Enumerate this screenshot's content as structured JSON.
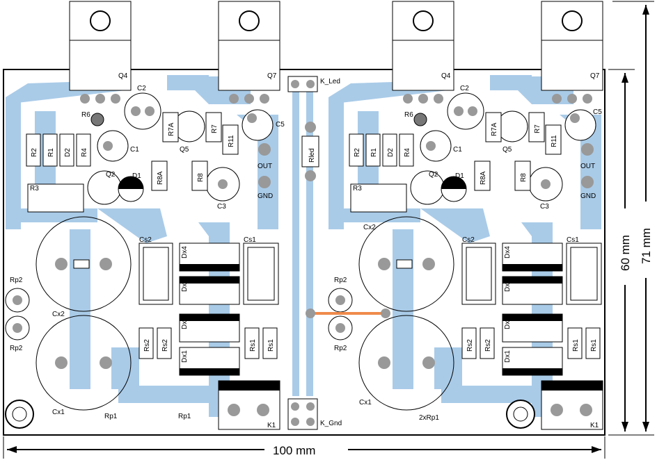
{
  "board": {
    "outline_color": "#000000",
    "trace_color": "#a9cbe8",
    "pad_color": "#999999",
    "jumper_color": "#f08a4b",
    "left_channel": {
      "q4": "Q4",
      "q7": "Q7",
      "c2": "C2",
      "r6": "R6",
      "r7a": "R7A",
      "r7": "R7",
      "c5": "C5",
      "r2": "R2",
      "r1": "R1",
      "d2": "D2",
      "r4": "R4",
      "c1": "C1",
      "q5": "Q5",
      "r11": "R11",
      "out": "OUT",
      "q2": "Q2",
      "d1": "D1",
      "r8a": "R8A",
      "r8": "R8",
      "c3": "C3",
      "r3": "R3",
      "gnd": "GND",
      "cs2": "Cs2",
      "dx4": "Dx4",
      "cs1": "Cs1",
      "dx3": "Dx3",
      "dx2": "Dx2",
      "dx1": "Dx1",
      "rs2a": "Rs2",
      "rs2b": "Rs2",
      "rs1a": "Rs1",
      "rs1b": "Rs1",
      "rp2a": "Rp2",
      "rp2b": "Rp2",
      "cx2": "Cx2",
      "cx1": "Cx1",
      "rp1a": "Rp1",
      "rp1b": "Rp1",
      "k1": "K1"
    },
    "right_channel": {
      "q4": "Q4",
      "q7": "Q7",
      "c2": "C2",
      "r6": "R6",
      "r7a": "R7A",
      "r7": "R7",
      "c5": "C5",
      "r2": "R2",
      "r1": "R1",
      "d2": "D2",
      "r4": "R4",
      "c1": "C1",
      "q5": "Q5",
      "r11": "R11",
      "out": "OUT",
      "q2": "Q2",
      "d1": "D1",
      "r8a": "R8A",
      "r8": "R8",
      "c3": "C3",
      "r3": "R3",
      "gnd": "GND",
      "cs2": "Cs2",
      "dx4": "Dx4",
      "cs1": "Cs1",
      "dx3": "Dx3",
      "dx2": "Dx2",
      "dx1": "Dx1",
      "rs2a": "Rs2",
      "rs2b": "Rs2",
      "rs1a": "Rs1",
      "rs1b": "Rs1",
      "rp2a": "Rp2",
      "rp2b": "Rp2",
      "cx2": "Cx2",
      "cx1": "Cx1",
      "rp1": "2xRp1",
      "k1": "K1"
    },
    "center": {
      "k_led": "K_Led",
      "rled": "Rled",
      "k_gnd": "K_Gnd"
    }
  },
  "dimensions": {
    "width": "100 mm",
    "height_inner": "60 mm",
    "height_outer": "71 mm"
  }
}
